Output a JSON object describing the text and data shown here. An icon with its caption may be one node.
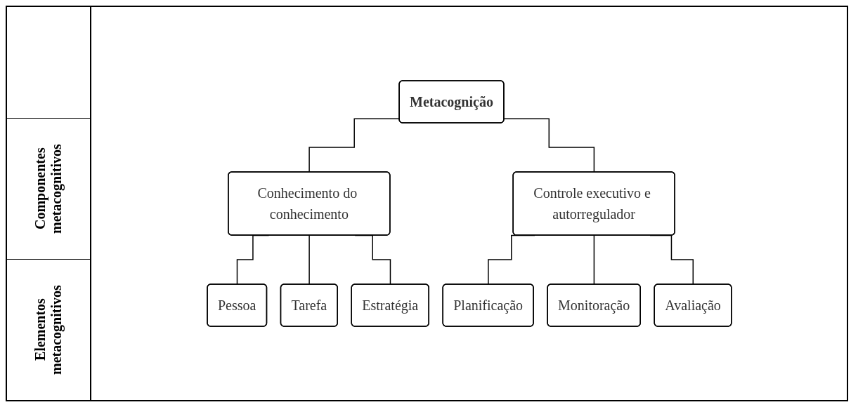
{
  "diagram": {
    "nodes": [
      {
        "text": [
          "Metacognição"
        ]
      },
      {
        "text": [
          "Conhecimento do conhecimento"
        ]
      },
      {
        "text": [
          "Controle executivo e autorregulador"
        ]
      },
      {
        "text": [
          "Pessoa"
        ]
      },
      {
        "text": [
          "Tarefa"
        ]
      },
      {
        "text": [
          "Estratégia"
        ]
      },
      {
        "text": [
          "Planificação"
        ]
      },
      {
        "text": [
          "Monitoração"
        ]
      },
      {
        "text": [
          "Avaliação"
        ]
      }
    ],
    "edges": [
      {
        "from": 0,
        "to": 1,
        "arrow": "none"
      },
      {
        "from": 0,
        "to": 2,
        "arrow": "none"
      },
      {
        "from": 1,
        "to": 3,
        "arrow": "none"
      },
      {
        "from": 1,
        "to": 4,
        "arrow": "none"
      },
      {
        "from": 1,
        "to": 5,
        "arrow": "none"
      },
      {
        "from": 2,
        "to": 6,
        "arrow": "none"
      },
      {
        "from": 2,
        "to": 7,
        "arrow": "none"
      },
      {
        "from": 2,
        "to": 8,
        "arrow": "none"
      }
    ],
    "labels": [
      "Componentes metacognitivos",
      "Elementos metacognitivos"
    ]
  }
}
